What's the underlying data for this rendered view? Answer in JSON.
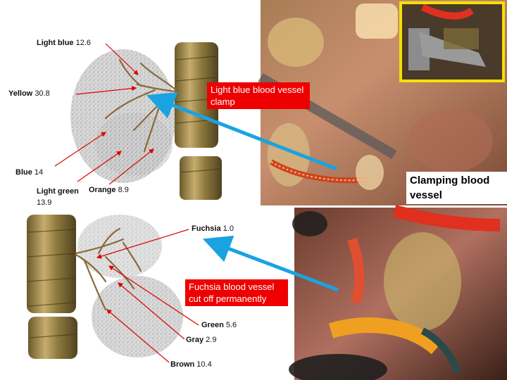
{
  "top_panel": {
    "labels": [
      {
        "name": "Light blue",
        "value": "12.6"
      },
      {
        "name": "Yellow",
        "value": "30.8"
      },
      {
        "name": "Blue",
        "value": "14"
      },
      {
        "name": "Light green",
        "value": "13.9"
      },
      {
        "name": "Orange",
        "value": "8.9"
      }
    ],
    "callout": "Light blue blood vessel clamp",
    "photo_caption": "Clamping blood vessel"
  },
  "bottom_panel": {
    "labels": [
      {
        "name": "Fuchsia",
        "value": "1.0"
      },
      {
        "name": "Green",
        "value": "5.6"
      },
      {
        "name": "Gray",
        "value": "2.9"
      },
      {
        "name": "Brown",
        "value": "10.4"
      }
    ],
    "callout": "Fuchsia blood vessel cut off permanently"
  },
  "colors": {
    "callout_red": "#ee0000",
    "arrow_blue": "#1aa3e0",
    "pointer_red": "#dd0000",
    "inset_frame": "#f5e000"
  }
}
